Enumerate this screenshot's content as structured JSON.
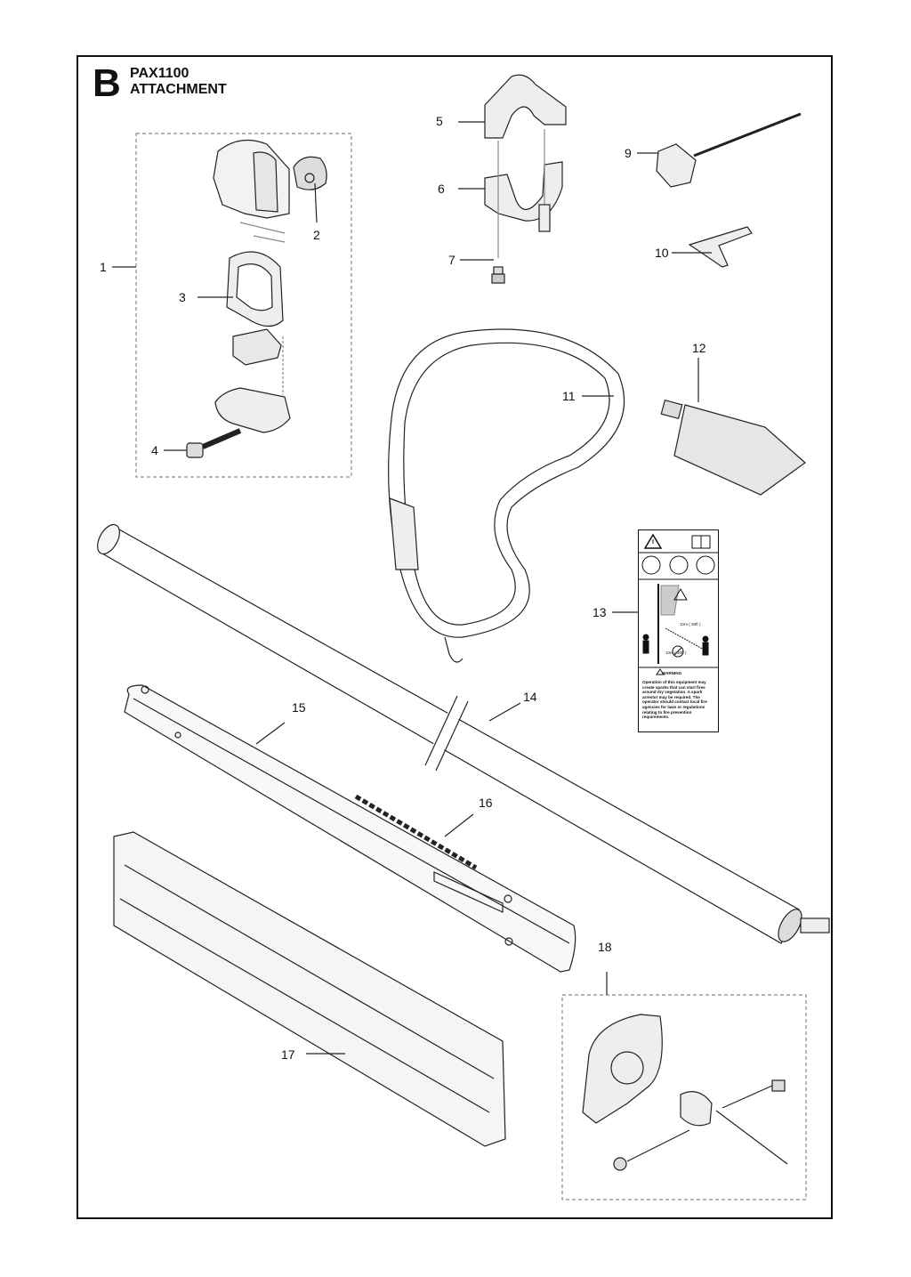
{
  "header": {
    "sheet_letter": "B",
    "model": "PAX1100",
    "title": "ATTACHMENT"
  },
  "callouts": [
    {
      "id": "c1",
      "text": "1"
    },
    {
      "id": "c2",
      "text": "2"
    },
    {
      "id": "c3",
      "text": "3"
    },
    {
      "id": "c4",
      "text": "4"
    },
    {
      "id": "c5",
      "text": "5"
    },
    {
      "id": "c6",
      "text": "6"
    },
    {
      "id": "c7",
      "text": "7"
    },
    {
      "id": "c8",
      "text": "9"
    },
    {
      "id": "c9",
      "text": "10"
    },
    {
      "id": "c10",
      "text": "11"
    },
    {
      "id": "c11",
      "text": "12"
    },
    {
      "id": "c12",
      "text": "13"
    },
    {
      "id": "c13",
      "text": "14"
    },
    {
      "id": "c14",
      "text": "15"
    },
    {
      "id": "c15",
      "text": "16"
    },
    {
      "id": "c16",
      "text": "17"
    },
    {
      "id": "c17",
      "text": "18"
    }
  ],
  "label_13": {
    "dim_1": "10m ( 30ft )",
    "dim_2": "10m ( 30ft )",
    "heading": "WARNING",
    "text": "Operation of this equipment may create sparks that can start fires around dry vegetation. A spark arrestor may be required. The operator should contact local fire agencies for laws or regulations relating to fire prevention requirements.",
    "icons": [
      "warning-triangle-icon",
      "manual-book-icon",
      "helmet-icon",
      "gloves-icon",
      "boots-icon",
      "person-icon",
      "prohibited-person-icon"
    ]
  }
}
